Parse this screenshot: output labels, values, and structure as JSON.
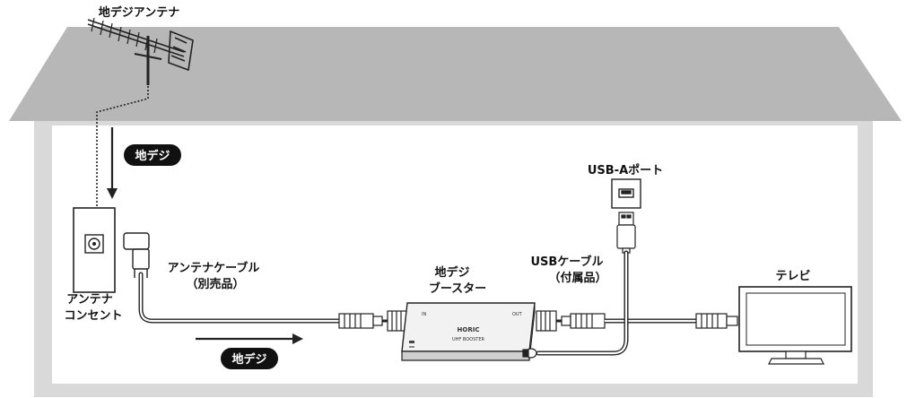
{
  "labels": {
    "antenna": "地デジアンテナ",
    "signal_down": "地デジ",
    "signal_right": "地デジ",
    "outlet_line1": "アンテナ",
    "outlet_line2": "コンセント",
    "antenna_cable_line1": "アンテナケーブル",
    "antenna_cable_line2": "（別売品）",
    "booster_line1": "地デジ",
    "booster_line2": "ブースター",
    "usb_port": "USB-Aポート",
    "usb_cable_line1": "USBケーブル",
    "usb_cable_line2": "（付属品）",
    "tv": "テレビ"
  },
  "device": {
    "brand": "HORIC",
    "model": "UHF BOOSTER",
    "in_label": "IN",
    "out_label": "OUT"
  },
  "colors": {
    "roof": "#b7b7b7",
    "wall": "#d9d9d9",
    "interior": "#ffffff",
    "line": "#222222",
    "pill": "#111111"
  }
}
